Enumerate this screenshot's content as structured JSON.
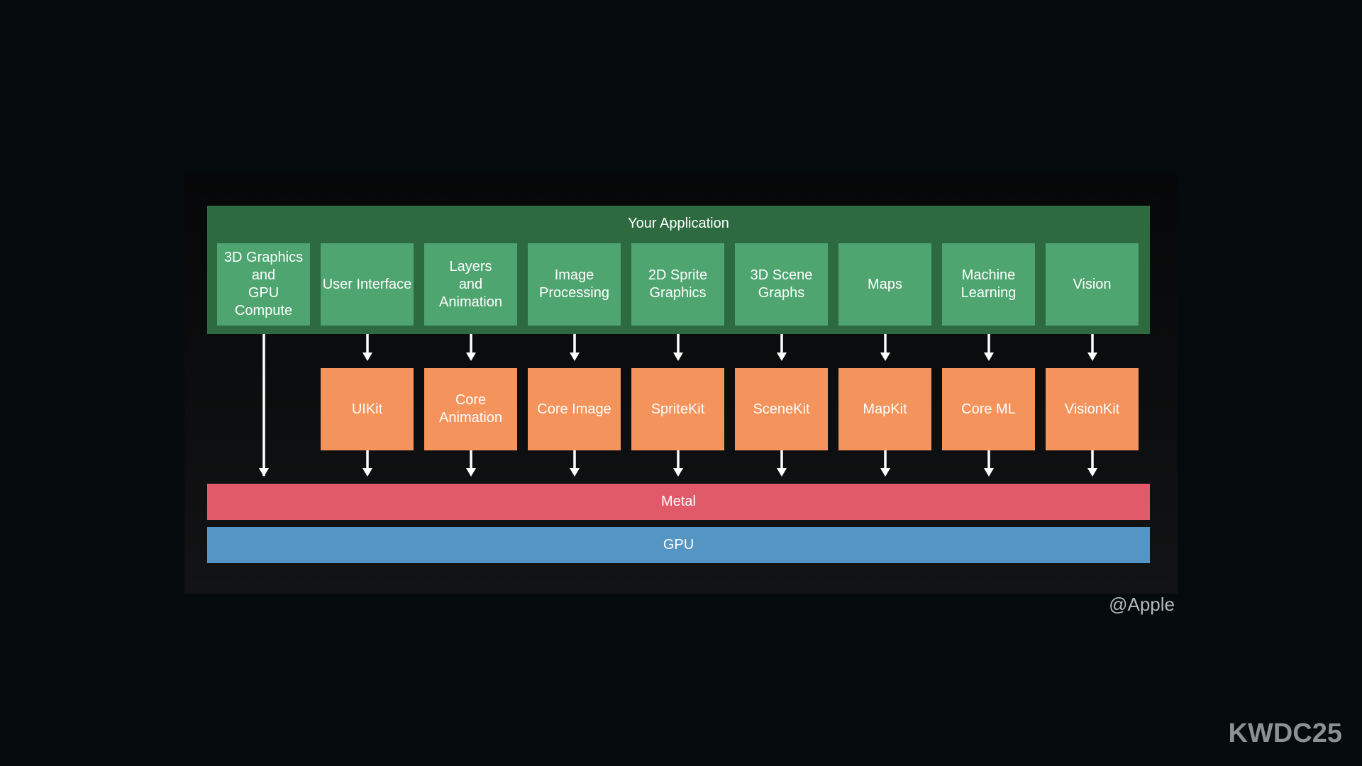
{
  "diagram": {
    "app_title": "Your Application",
    "app_components": [
      "3D Graphics\nand\nGPU Compute",
      "User Interface",
      "Layers\nand\nAnimation",
      "Image\nProcessing",
      "2D Sprite\nGraphics",
      "3D Scene\nGraphs",
      "Maps",
      "Machine\nLearning",
      "Vision"
    ],
    "frameworks": [
      "UIKit",
      "Core\nAnimation",
      "Core Image",
      "SpriteKit",
      "SceneKit",
      "MapKit",
      "Core ML",
      "VisionKit"
    ],
    "metal_label": "Metal",
    "gpu_label": "GPU",
    "colors": {
      "app_band": "#2e6a3f",
      "component": "#4fa56f",
      "framework": "#f4935b",
      "metal": "#e05a6a",
      "gpu": "#5595c4"
    }
  },
  "credit": "@Apple",
  "brand": "KWDC25"
}
